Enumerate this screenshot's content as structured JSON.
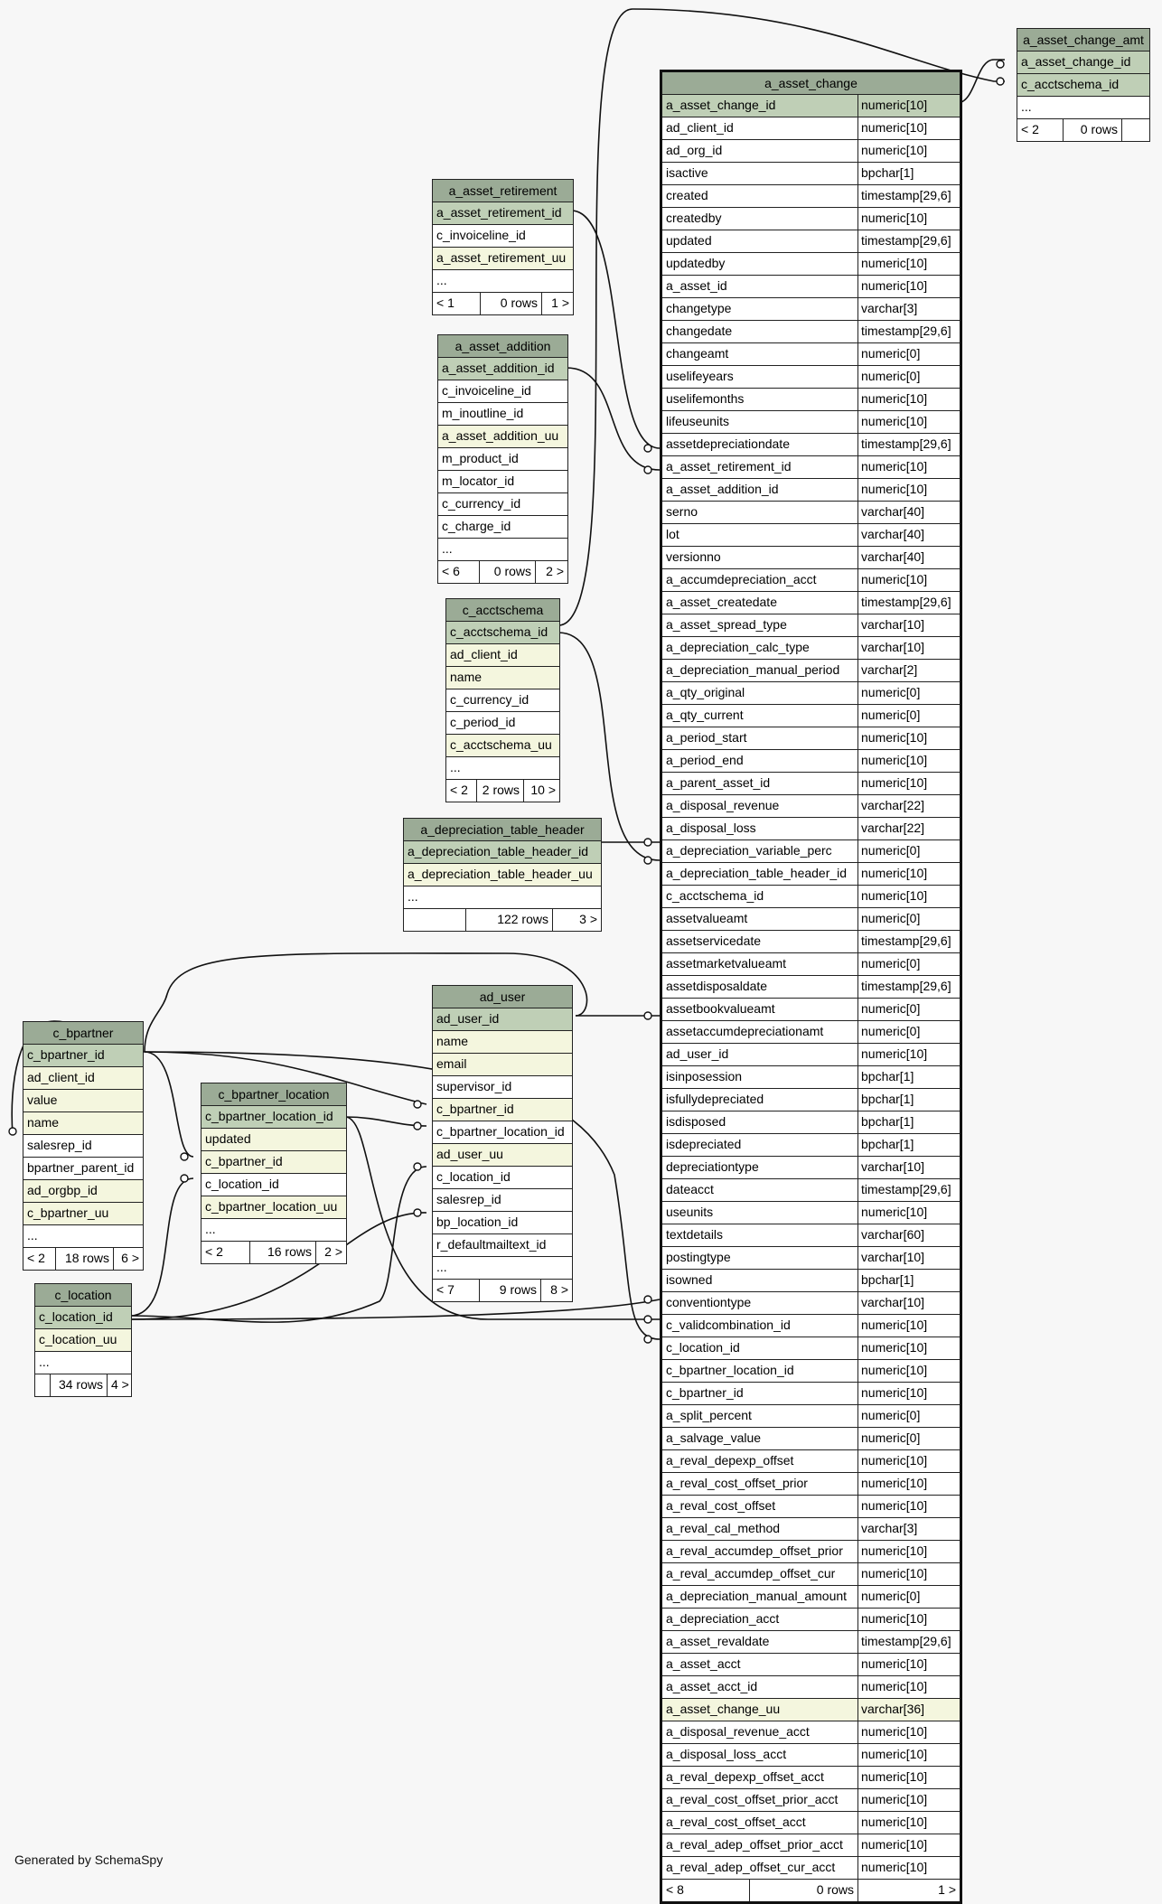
{
  "footer_text": "Generated by SchemaSpy",
  "tables": [
    {
      "name": "a_asset_change",
      "main": true,
      "columns": [
        {
          "name": "a_asset_change_id",
          "type": "numeric[10]",
          "kind": "pk"
        },
        {
          "name": "ad_client_id",
          "type": "numeric[10]"
        },
        {
          "name": "ad_org_id",
          "type": "numeric[10]"
        },
        {
          "name": "isactive",
          "type": "bpchar[1]"
        },
        {
          "name": "created",
          "type": "timestamp[29,6]"
        },
        {
          "name": "createdby",
          "type": "numeric[10]"
        },
        {
          "name": "updated",
          "type": "timestamp[29,6]"
        },
        {
          "name": "updatedby",
          "type": "numeric[10]"
        },
        {
          "name": "a_asset_id",
          "type": "numeric[10]"
        },
        {
          "name": "changetype",
          "type": "varchar[3]"
        },
        {
          "name": "changedate",
          "type": "timestamp[29,6]"
        },
        {
          "name": "changeamt",
          "type": "numeric[0]"
        },
        {
          "name": "uselifeyears",
          "type": "numeric[0]"
        },
        {
          "name": "uselifemonths",
          "type": "numeric[10]"
        },
        {
          "name": "lifeuseunits",
          "type": "numeric[10]"
        },
        {
          "name": "assetdepreciationdate",
          "type": "timestamp[29,6]"
        },
        {
          "name": "a_asset_retirement_id",
          "type": "numeric[10]"
        },
        {
          "name": "a_asset_addition_id",
          "type": "numeric[10]"
        },
        {
          "name": "serno",
          "type": "varchar[40]"
        },
        {
          "name": "lot",
          "type": "varchar[40]"
        },
        {
          "name": "versionno",
          "type": "varchar[40]"
        },
        {
          "name": "a_accumdepreciation_acct",
          "type": "numeric[10]"
        },
        {
          "name": "a_asset_createdate",
          "type": "timestamp[29,6]"
        },
        {
          "name": "a_asset_spread_type",
          "type": "varchar[10]"
        },
        {
          "name": "a_depreciation_calc_type",
          "type": "varchar[10]"
        },
        {
          "name": "a_depreciation_manual_period",
          "type": "varchar[2]"
        },
        {
          "name": "a_qty_original",
          "type": "numeric[0]"
        },
        {
          "name": "a_qty_current",
          "type": "numeric[0]"
        },
        {
          "name": "a_period_start",
          "type": "numeric[10]"
        },
        {
          "name": "a_period_end",
          "type": "numeric[10]"
        },
        {
          "name": "a_parent_asset_id",
          "type": "numeric[10]"
        },
        {
          "name": "a_disposal_revenue",
          "type": "varchar[22]"
        },
        {
          "name": "a_disposal_loss",
          "type": "varchar[22]"
        },
        {
          "name": "a_depreciation_variable_perc",
          "type": "numeric[0]"
        },
        {
          "name": "a_depreciation_table_header_id",
          "type": "numeric[10]"
        },
        {
          "name": "c_acctschema_id",
          "type": "numeric[10]"
        },
        {
          "name": "assetvalueamt",
          "type": "numeric[0]"
        },
        {
          "name": "assetservicedate",
          "type": "timestamp[29,6]"
        },
        {
          "name": "assetmarketvalueamt",
          "type": "numeric[0]"
        },
        {
          "name": "assetdisposaldate",
          "type": "timestamp[29,6]"
        },
        {
          "name": "assetbookvalueamt",
          "type": "numeric[0]"
        },
        {
          "name": "assetaccumdepreciationamt",
          "type": "numeric[0]"
        },
        {
          "name": "ad_user_id",
          "type": "numeric[10]"
        },
        {
          "name": "isinposession",
          "type": "bpchar[1]"
        },
        {
          "name": "isfullydepreciated",
          "type": "bpchar[1]"
        },
        {
          "name": "isdisposed",
          "type": "bpchar[1]"
        },
        {
          "name": "isdepreciated",
          "type": "bpchar[1]"
        },
        {
          "name": "depreciationtype",
          "type": "varchar[10]"
        },
        {
          "name": "dateacct",
          "type": "timestamp[29,6]"
        },
        {
          "name": "useunits",
          "type": "numeric[10]"
        },
        {
          "name": "textdetails",
          "type": "varchar[60]"
        },
        {
          "name": "postingtype",
          "type": "varchar[10]"
        },
        {
          "name": "isowned",
          "type": "bpchar[1]"
        },
        {
          "name": "conventiontype",
          "type": "varchar[10]"
        },
        {
          "name": "c_validcombination_id",
          "type": "numeric[10]"
        },
        {
          "name": "c_location_id",
          "type": "numeric[10]"
        },
        {
          "name": "c_bpartner_location_id",
          "type": "numeric[10]"
        },
        {
          "name": "c_bpartner_id",
          "type": "numeric[10]"
        },
        {
          "name": "a_split_percent",
          "type": "numeric[0]"
        },
        {
          "name": "a_salvage_value",
          "type": "numeric[0]"
        },
        {
          "name": "a_reval_depexp_offset",
          "type": "numeric[10]"
        },
        {
          "name": "a_reval_cost_offset_prior",
          "type": "numeric[10]"
        },
        {
          "name": "a_reval_cost_offset",
          "type": "numeric[10]"
        },
        {
          "name": "a_reval_cal_method",
          "type": "varchar[3]"
        },
        {
          "name": "a_reval_accumdep_offset_prior",
          "type": "numeric[10]"
        },
        {
          "name": "a_reval_accumdep_offset_cur",
          "type": "numeric[10]"
        },
        {
          "name": "a_depreciation_manual_amount",
          "type": "numeric[0]"
        },
        {
          "name": "a_depreciation_acct",
          "type": "numeric[10]"
        },
        {
          "name": "a_asset_revaldate",
          "type": "timestamp[29,6]"
        },
        {
          "name": "a_asset_acct",
          "type": "numeric[10]"
        },
        {
          "name": "a_asset_acct_id",
          "type": "numeric[10]"
        },
        {
          "name": "a_asset_change_uu",
          "type": "varchar[36]",
          "kind": "idx"
        },
        {
          "name": "a_disposal_revenue_acct",
          "type": "numeric[10]"
        },
        {
          "name": "a_disposal_loss_acct",
          "type": "numeric[10]"
        },
        {
          "name": "a_reval_depexp_offset_acct",
          "type": "numeric[10]"
        },
        {
          "name": "a_reval_cost_offset_prior_acct",
          "type": "numeric[10]"
        },
        {
          "name": "a_reval_cost_offset_acct",
          "type": "numeric[10]"
        },
        {
          "name": "a_reval_adep_offset_prior_acct",
          "type": "numeric[10]"
        },
        {
          "name": "a_reval_adep_offset_cur_acct",
          "type": "numeric[10]"
        }
      ],
      "footer": [
        "< 8",
        "0 rows",
        "1 >"
      ]
    },
    {
      "name": "a_asset_change_amt",
      "columns": [
        {
          "name": "a_asset_change_id",
          "kind": "pk"
        },
        {
          "name": "c_acctschema_id",
          "kind": "pk"
        },
        {
          "name": "..."
        }
      ],
      "footer": [
        "< 2",
        "0 rows",
        ""
      ]
    },
    {
      "name": "a_asset_retirement",
      "columns": [
        {
          "name": "a_asset_retirement_id",
          "kind": "pk"
        },
        {
          "name": "c_invoiceline_id"
        },
        {
          "name": "a_asset_retirement_uu",
          "kind": "idx"
        },
        {
          "name": "..."
        }
      ],
      "footer": [
        "< 1",
        "0 rows",
        "1 >"
      ]
    },
    {
      "name": "a_asset_addition",
      "columns": [
        {
          "name": "a_asset_addition_id",
          "kind": "pk"
        },
        {
          "name": "c_invoiceline_id"
        },
        {
          "name": "m_inoutline_id"
        },
        {
          "name": "a_asset_addition_uu",
          "kind": "idx"
        },
        {
          "name": "m_product_id"
        },
        {
          "name": "m_locator_id"
        },
        {
          "name": "c_currency_id"
        },
        {
          "name": "c_charge_id"
        },
        {
          "name": "..."
        }
      ],
      "footer": [
        "< 6",
        "0 rows",
        "2 >"
      ]
    },
    {
      "name": "c_acctschema",
      "columns": [
        {
          "name": "c_acctschema_id",
          "kind": "pk"
        },
        {
          "name": "ad_client_id",
          "kind": "idx"
        },
        {
          "name": "name",
          "kind": "idx"
        },
        {
          "name": "c_currency_id"
        },
        {
          "name": "c_period_id"
        },
        {
          "name": "c_acctschema_uu",
          "kind": "idx"
        },
        {
          "name": "..."
        }
      ],
      "footer": [
        "< 2",
        "2 rows",
        "10 >"
      ]
    },
    {
      "name": "a_depreciation_table_header",
      "columns": [
        {
          "name": "a_depreciation_table_header_id",
          "kind": "pk"
        },
        {
          "name": "a_depreciation_table_header_uu",
          "kind": "idx"
        },
        {
          "name": "..."
        }
      ],
      "footer": [
        "",
        "122 rows",
        "3 >"
      ]
    },
    {
      "name": "ad_user",
      "columns": [
        {
          "name": "ad_user_id",
          "kind": "pk"
        },
        {
          "name": "name",
          "kind": "idx"
        },
        {
          "name": "email",
          "kind": "idx"
        },
        {
          "name": "supervisor_id"
        },
        {
          "name": "c_bpartner_id",
          "kind": "idx"
        },
        {
          "name": "c_bpartner_location_id"
        },
        {
          "name": "ad_user_uu",
          "kind": "idx"
        },
        {
          "name": "c_location_id"
        },
        {
          "name": "salesrep_id"
        },
        {
          "name": "bp_location_id"
        },
        {
          "name": "r_defaultmailtext_id"
        },
        {
          "name": "..."
        }
      ],
      "footer": [
        "< 7",
        "9 rows",
        "8 >"
      ]
    },
    {
      "name": "c_bpartner",
      "columns": [
        {
          "name": "c_bpartner_id",
          "kind": "pk"
        },
        {
          "name": "ad_client_id",
          "kind": "idx"
        },
        {
          "name": "value",
          "kind": "idx"
        },
        {
          "name": "name",
          "kind": "idx"
        },
        {
          "name": "salesrep_id"
        },
        {
          "name": "bpartner_parent_id"
        },
        {
          "name": "ad_orgbp_id",
          "kind": "idx"
        },
        {
          "name": "c_bpartner_uu",
          "kind": "idx"
        },
        {
          "name": "..."
        }
      ],
      "footer": [
        "< 2",
        "18 rows",
        "6 >"
      ]
    },
    {
      "name": "c_bpartner_location",
      "columns": [
        {
          "name": "c_bpartner_location_id",
          "kind": "pk"
        },
        {
          "name": "updated",
          "kind": "idx"
        },
        {
          "name": "c_bpartner_id",
          "kind": "idx"
        },
        {
          "name": "c_location_id"
        },
        {
          "name": "c_bpartner_location_uu",
          "kind": "idx"
        },
        {
          "name": "..."
        }
      ],
      "footer": [
        "< 2",
        "16 rows",
        "2 >"
      ]
    },
    {
      "name": "c_location",
      "columns": [
        {
          "name": "c_location_id",
          "kind": "pk"
        },
        {
          "name": "c_location_uu",
          "kind": "idx"
        },
        {
          "name": "..."
        }
      ],
      "footer": [
        "",
        "34 rows",
        "4 >"
      ]
    }
  ]
}
